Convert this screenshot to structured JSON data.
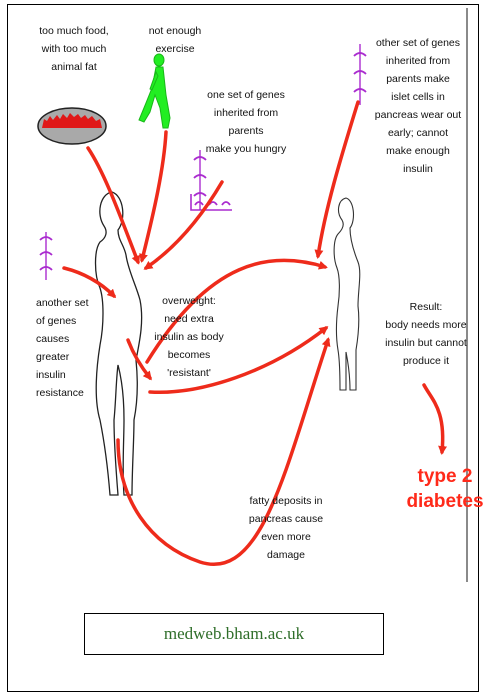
{
  "labels": {
    "food": "too much food,\nwith too much\nanimal fat",
    "exercise": "not enough\nexercise",
    "genes_hungry": "one set of genes\ninherited from\nparents\nmake you  hungry",
    "genes_islet": "other set of genes\ninherited from\nparents make\nislet cells in\npancreas wear out\nearly; cannot\nmake enough\ninsulin",
    "genes_resistance": "another set\nof genes\ncauses\ngreater\ninsulin\nresistance",
    "overweight": "overweight:\nneed extra\ninsulin as body\nbecomes\n'resistant'",
    "result": "Result:\nbody needs more\ninsulin but cannot\nproduce it",
    "fatty_deposits": "fatty deposits in\npancreas cause\neven more\ndamage",
    "outcome": "type 2\ndiabetes"
  },
  "source": "medweb.bham.ac.uk",
  "colors": {
    "arrow": "#ee2b1b",
    "walker": "#22dd22",
    "dna": "#aa2ccf",
    "outcome": "#ff2a1a",
    "source_text": "#2f6e2a"
  },
  "icons": [
    "food-platter-icon",
    "walking-person-icon",
    "dna-strand-icon",
    "person-outline-icon",
    "arrow-icon"
  ]
}
